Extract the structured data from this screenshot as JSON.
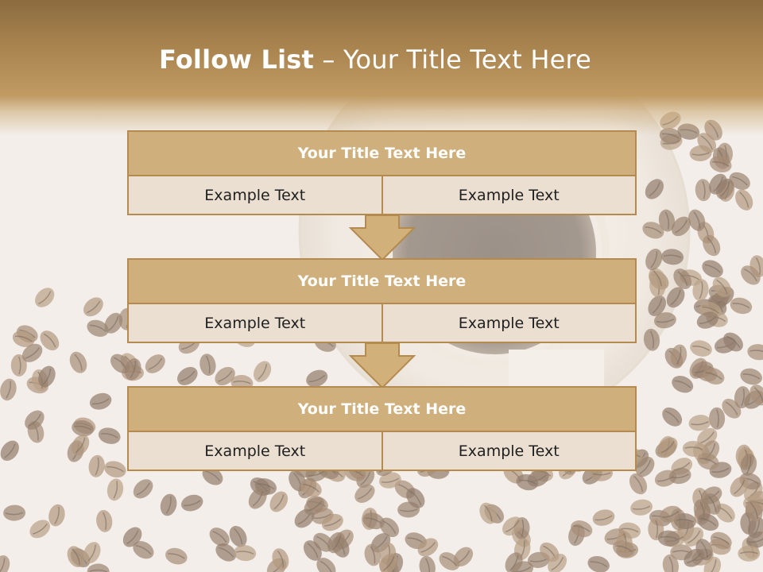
{
  "slide": {
    "title_bold": "Follow List",
    "title_rest": " – Your Title Text Here"
  },
  "steps": [
    {
      "title": "Your Title Text Here",
      "left": "Example Text",
      "right": "Example Text"
    },
    {
      "title": "Your Title Text Here",
      "left": "Example Text",
      "right": "Example Text"
    },
    {
      "title": "Your Title Text Here",
      "left": "Example Text",
      "right": "Example Text"
    }
  ],
  "colors": {
    "header_band": "#a9844f",
    "block_title_fill": "#cfaf7c",
    "block_cell_fill": "#eadfd1",
    "block_border": "#b48a4f",
    "arrow_fill": "#d2b07a"
  }
}
